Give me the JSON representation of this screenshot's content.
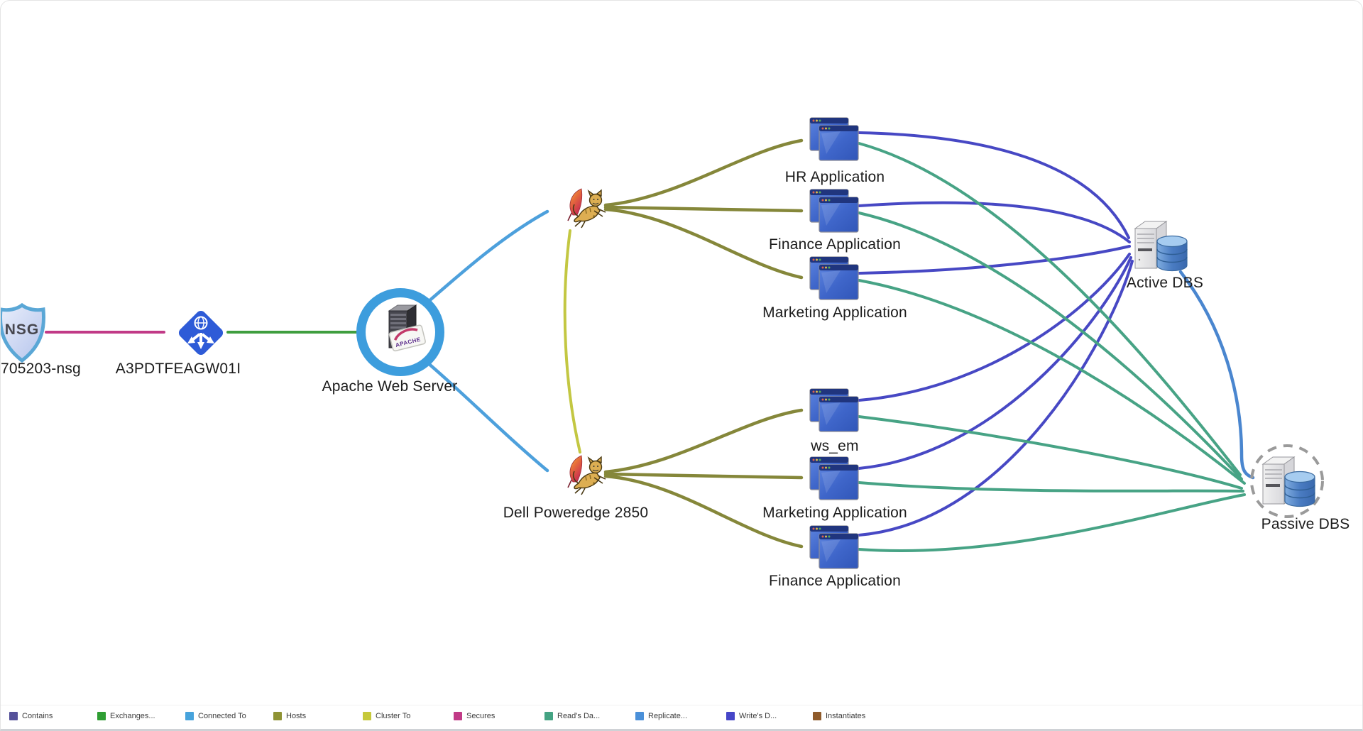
{
  "nodes": {
    "nsg": {
      "label": "705203-nsg",
      "badge": "NSG"
    },
    "gateway": {
      "label": "A3PDTFEAGW01I"
    },
    "apache": {
      "label": "Apache Web Server",
      "badge": "APACHE"
    },
    "tomcat_bottom": {
      "label": "Dell Poweredge 2850"
    },
    "app_hr": {
      "label": "HR Application"
    },
    "app_finance_top": {
      "label": "Finance Application"
    },
    "app_marketing_top": {
      "label": "Marketing Application"
    },
    "app_ws_em": {
      "label": "ws_em"
    },
    "app_marketing_bottom": {
      "label": "Marketing Application"
    },
    "app_finance_bottom": {
      "label": "Finance Application"
    },
    "active_dbs": {
      "label": "Active DBS"
    },
    "passive_dbs": {
      "label": "Passive DBS"
    }
  },
  "legend": {
    "items": [
      {
        "label": "Contains",
        "color": "#55519a"
      },
      {
        "label": "Exchanges...",
        "color": "#2f9e33"
      },
      {
        "label": "Connected To",
        "color": "#47a3dc"
      },
      {
        "label": "Hosts",
        "color": "#8f9334"
      },
      {
        "label": "Cluster To",
        "color": "#c6c93a"
      },
      {
        "label": "Secures",
        "color": "#c13a87"
      },
      {
        "label": "Read's Da...",
        "color": "#44a383"
      },
      {
        "label": "Replicate...",
        "color": "#4a90d9"
      },
      {
        "label": "Write's D...",
        "color": "#4646c8"
      },
      {
        "label": "Instantiates",
        "color": "#8f5b2b"
      }
    ]
  },
  "colors": {
    "secures": "#c13a87",
    "exchanges": "#3f9e3f",
    "connected": "#4da0dc",
    "hosts": "#85873a",
    "cluster": "#c3c742",
    "reads": "#47a385",
    "writes": "#4748c4",
    "replicate": "#4a86cf"
  }
}
